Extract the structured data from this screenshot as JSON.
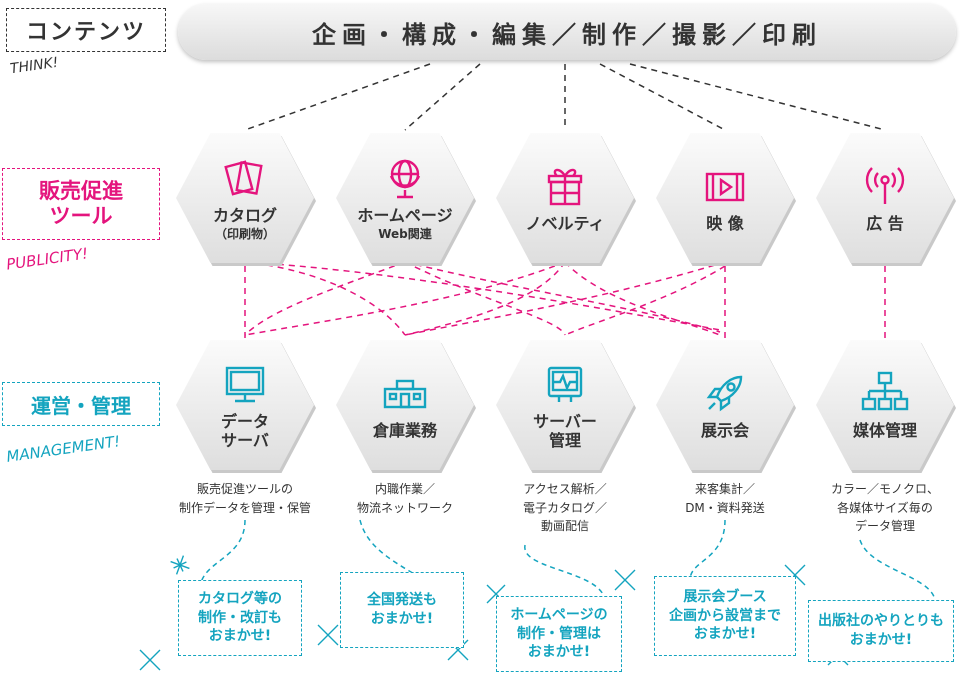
{
  "header": {
    "category_label": "コンテンツ",
    "category_sub": "THINK!",
    "banner": "企画・構成・編集／制作／撮影／印刷"
  },
  "side_labels": {
    "publicity": {
      "label": "販売促進\nツール",
      "sub": "PUBLICITY!"
    },
    "management": {
      "label": "運営・管理",
      "sub": "MANAGEMENT!"
    }
  },
  "publicity_items": [
    {
      "label": "カタログ",
      "sub": "（印刷物）",
      "icon": "catalog-icon"
    },
    {
      "label": "ホームページ",
      "sub": "Web関連",
      "icon": "globe-icon"
    },
    {
      "label": "ノベルティ",
      "sub": "",
      "icon": "gift-icon"
    },
    {
      "label": "映 像",
      "sub": "",
      "icon": "film-icon"
    },
    {
      "label": "広 告",
      "sub": "",
      "icon": "broadcast-icon"
    }
  ],
  "management_items": [
    {
      "label": "データ\nサーバ",
      "icon": "monitor-icon",
      "desc": "販売促進ツールの\n制作データを管理・保管"
    },
    {
      "label": "倉庫業務",
      "icon": "warehouse-icon",
      "desc": "内職作業／\n物流ネットワーク"
    },
    {
      "label": "サーバー\n管理",
      "icon": "server-monitor-icon",
      "desc": "アクセス解析／\n電子カタログ／\n動画配信"
    },
    {
      "label": "展示会",
      "icon": "rocket-icon",
      "desc": "来客集計／\nDM・資料発送"
    },
    {
      "label": "媒体管理",
      "icon": "hierarchy-icon",
      "desc": "カラー／モノクロ、\n各媒体サイズ毎の\nデータ管理"
    }
  ],
  "callouts": [
    "カタログ等の\n制作・改訂も\nおまかせ!",
    "全国発送も\nおまかせ!",
    "ホームページの\n制作・管理は\nおまかせ!",
    "展示会ブース\n企画から設営まで\nおまかせ!",
    "出版社のやりとりも\nおまかせ!"
  ],
  "colors": {
    "pink": "#e4147d",
    "cyan": "#14a4bf",
    "text": "#333333",
    "dash": "#333333"
  }
}
